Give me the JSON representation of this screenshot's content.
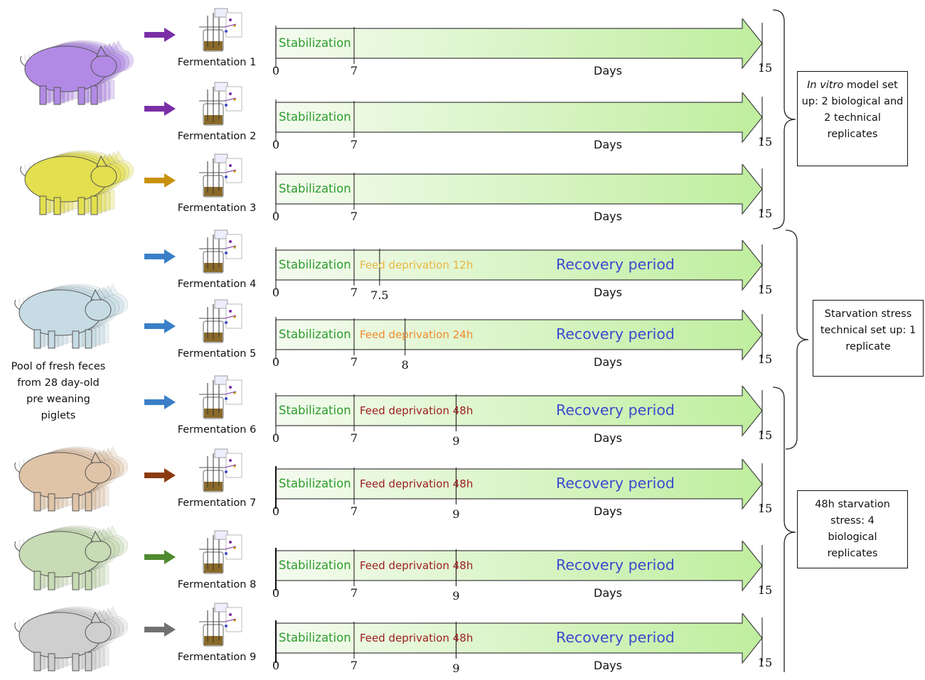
{
  "pool": {
    "caption_lines": [
      "Pool of fresh feces",
      "from 28 day-old",
      "pre weaning",
      "piglets"
    ]
  },
  "pigs": [
    {
      "color": "#b28ae6"
    },
    {
      "color": "#e3df4e"
    },
    {
      "color": "#c6dbe4"
    },
    {
      "color": "#e0c4a8"
    },
    {
      "color": "#c7dbb4"
    },
    {
      "color": "#cfcfcf"
    }
  ],
  "colors": {
    "stabilization": "#2e9b2e",
    "recovery": "#3a49cf",
    "feed_12h": "#e8b640",
    "feed_24h": "#f08a2a",
    "feed_48h": "#9b1d1d",
    "arrow_fill_start": "#f4fbef",
    "arrow_fill_end": "#bfee9e"
  },
  "fermentations": [
    {
      "label": "Fermentation 1",
      "arrow_color": "#7a2fa6",
      "stabilization": "Stabilization",
      "feed": "",
      "feed_color": "",
      "recovery": "",
      "ticks": [
        "0",
        "7",
        "15"
      ],
      "feed_end_day": null,
      "days_label": "Days"
    },
    {
      "label": "Fermentation 2",
      "arrow_color": "#7a2fa6",
      "stabilization": "Stabilization",
      "feed": "",
      "feed_color": "",
      "recovery": "",
      "ticks": [
        "0",
        "7",
        "15"
      ],
      "feed_end_day": null,
      "days_label": "Days"
    },
    {
      "label": "Fermentation 3",
      "arrow_color": "#c8920a",
      "stabilization": "Stabilization",
      "feed": "",
      "feed_color": "",
      "recovery": "",
      "ticks": [
        "0",
        "7",
        "15"
      ],
      "feed_end_day": null,
      "days_label": "Days"
    },
    {
      "label": "Fermentation 4",
      "arrow_color": "#3a7fc8",
      "stabilization": "Stabilization",
      "feed": "Feed deprivation 12h",
      "feed_color": "#e8b640",
      "recovery": "Recovery period",
      "ticks": [
        "0",
        "7",
        "7.5",
        "15"
      ],
      "feed_end_day": 7.5,
      "days_label": "Days"
    },
    {
      "label": "Fermentation 5",
      "arrow_color": "#3a7fc8",
      "stabilization": "Stabilization",
      "feed": "Feed deprivation 24h",
      "feed_color": "#f08a2a",
      "recovery": "Recovery period",
      "ticks": [
        "0",
        "7",
        "8",
        "15"
      ],
      "feed_end_day": 8,
      "days_label": "Days"
    },
    {
      "label": "Fermentation 6",
      "arrow_color": "#3a7fc8",
      "stabilization": "Stabilization",
      "feed": "Feed deprivation 48h",
      "feed_color": "#9b1d1d",
      "recovery": "Recovery period",
      "ticks": [
        "0",
        "7",
        "9",
        "15"
      ],
      "feed_end_day": 9,
      "days_label": "Days"
    },
    {
      "label": "Fermentation 7",
      "arrow_color": "#8b3a10",
      "stabilization": "Stabilization",
      "feed": "Feed deprivation 48h",
      "feed_color": "#9b1d1d",
      "recovery": "Recovery period",
      "ticks": [
        "0",
        "7",
        "9",
        "15"
      ],
      "feed_end_day": 9,
      "days_label": "Days"
    },
    {
      "label": "Fermentation 8",
      "arrow_color": "#4e8a2f",
      "stabilization": "Stabilization",
      "feed": "Feed deprivation 48h",
      "feed_color": "#9b1d1d",
      "recovery": "Recovery period",
      "ticks": [
        "0",
        "7",
        "9",
        "15"
      ],
      "feed_end_day": 9,
      "days_label": "Days"
    },
    {
      "label": "Fermentation 9",
      "arrow_color": "#707070",
      "stabilization": "Stabilization",
      "feed": "Feed deprivation 48h",
      "feed_color": "#9b1d1d",
      "recovery": "Recovery period",
      "ticks": [
        "0",
        "7",
        "9",
        "15"
      ],
      "feed_end_day": 9,
      "days_label": "Days"
    }
  ],
  "groups": [
    {
      "italic_prefix": "In vitro",
      "text": " model set up: 2 biological and 2 technical replicates"
    },
    {
      "italic_prefix": "",
      "text": "Starvation stress technical set up: 1 replicate"
    },
    {
      "italic_prefix": "",
      "text": "48h starvation stress: 4 biological replicates"
    }
  ]
}
